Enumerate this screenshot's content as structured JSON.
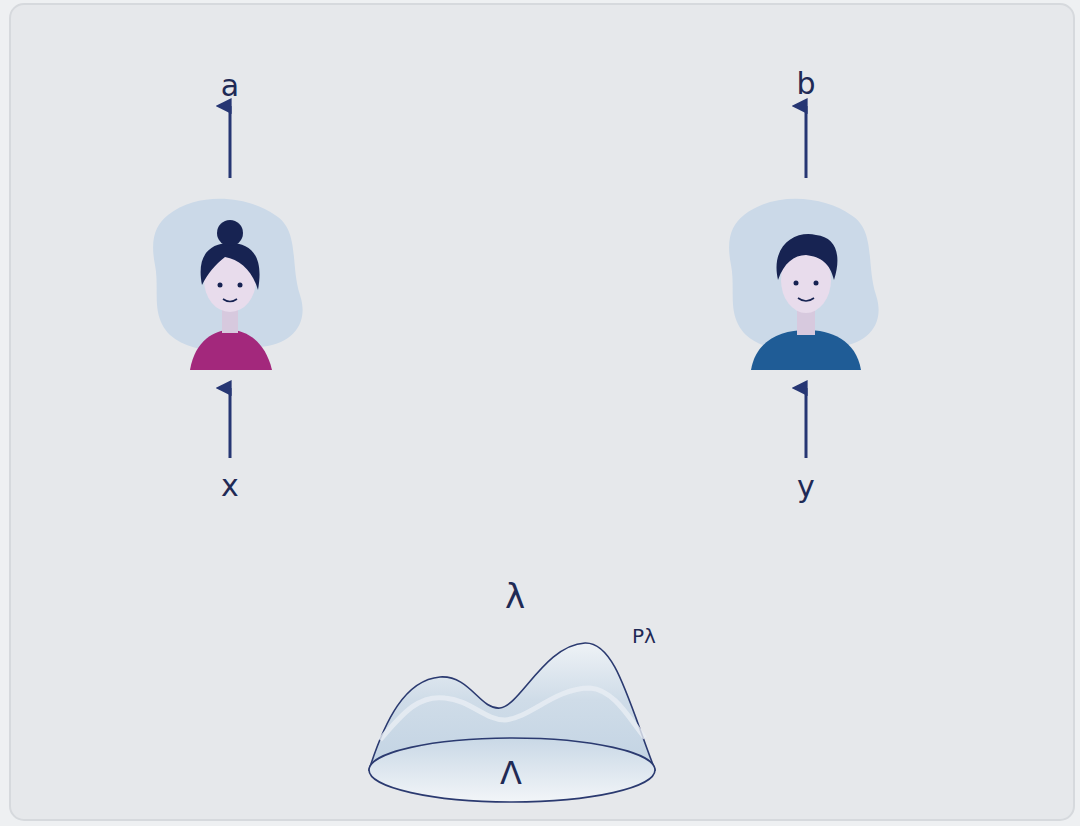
{
  "diagram": {
    "nodes": [
      {
        "text": [
          "λ",
          "Pλ",
          "Λ"
        ]
      }
    ],
    "labels": [
      "a",
      "b",
      "x",
      "y"
    ]
  }
}
